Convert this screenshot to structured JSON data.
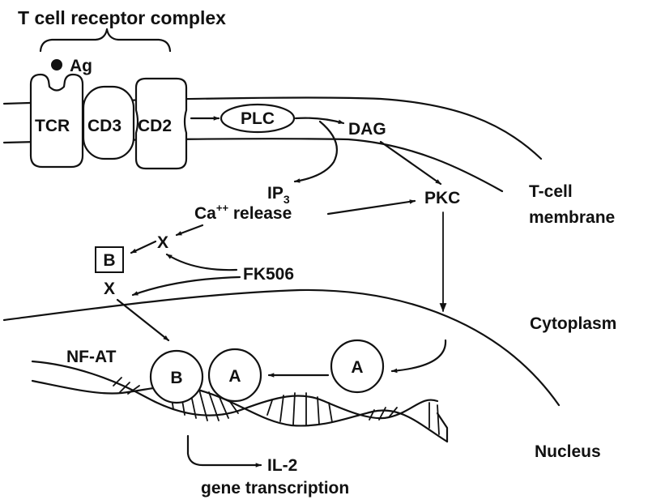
{
  "title": "T cell receptor complex",
  "antigen": "Ag",
  "receptors": {
    "tcr": "TCR",
    "cd3": "CD3",
    "cd2": "CD2"
  },
  "signals": {
    "plc": "PLC",
    "dag": "DAG",
    "ip3_base": "IP",
    "ip3_sub": "3",
    "ca_base": "Ca",
    "ca_sup": "++",
    "ca_rest": " release",
    "pkc": "PKC",
    "x_top": "X",
    "x_bottom": "X",
    "b_box": "B",
    "fk506": "FK506"
  },
  "nucleus_factors": {
    "nfat": "NF-AT",
    "b": "B",
    "a_bound": "A",
    "a_free": "A"
  },
  "regions": {
    "membrane_line1": "T-cell",
    "membrane_line2": "membrane",
    "cytoplasm": "Cytoplasm",
    "nucleus": "Nucleus"
  },
  "output": {
    "line1": "IL-2",
    "line2": "gene transcription"
  }
}
